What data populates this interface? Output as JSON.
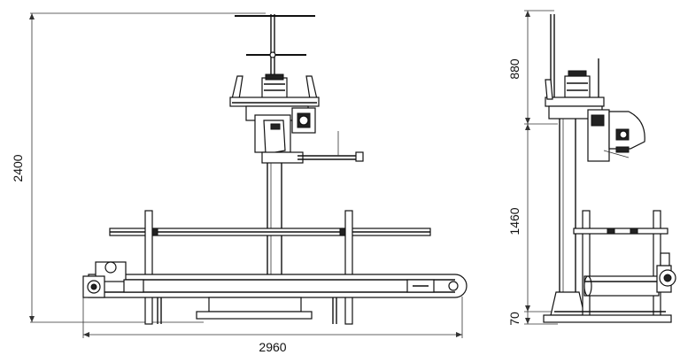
{
  "dimensions": {
    "front_height": "2400",
    "front_width": "2960",
    "side_top": "880",
    "side_mid": "1460",
    "side_bottom": "70"
  }
}
